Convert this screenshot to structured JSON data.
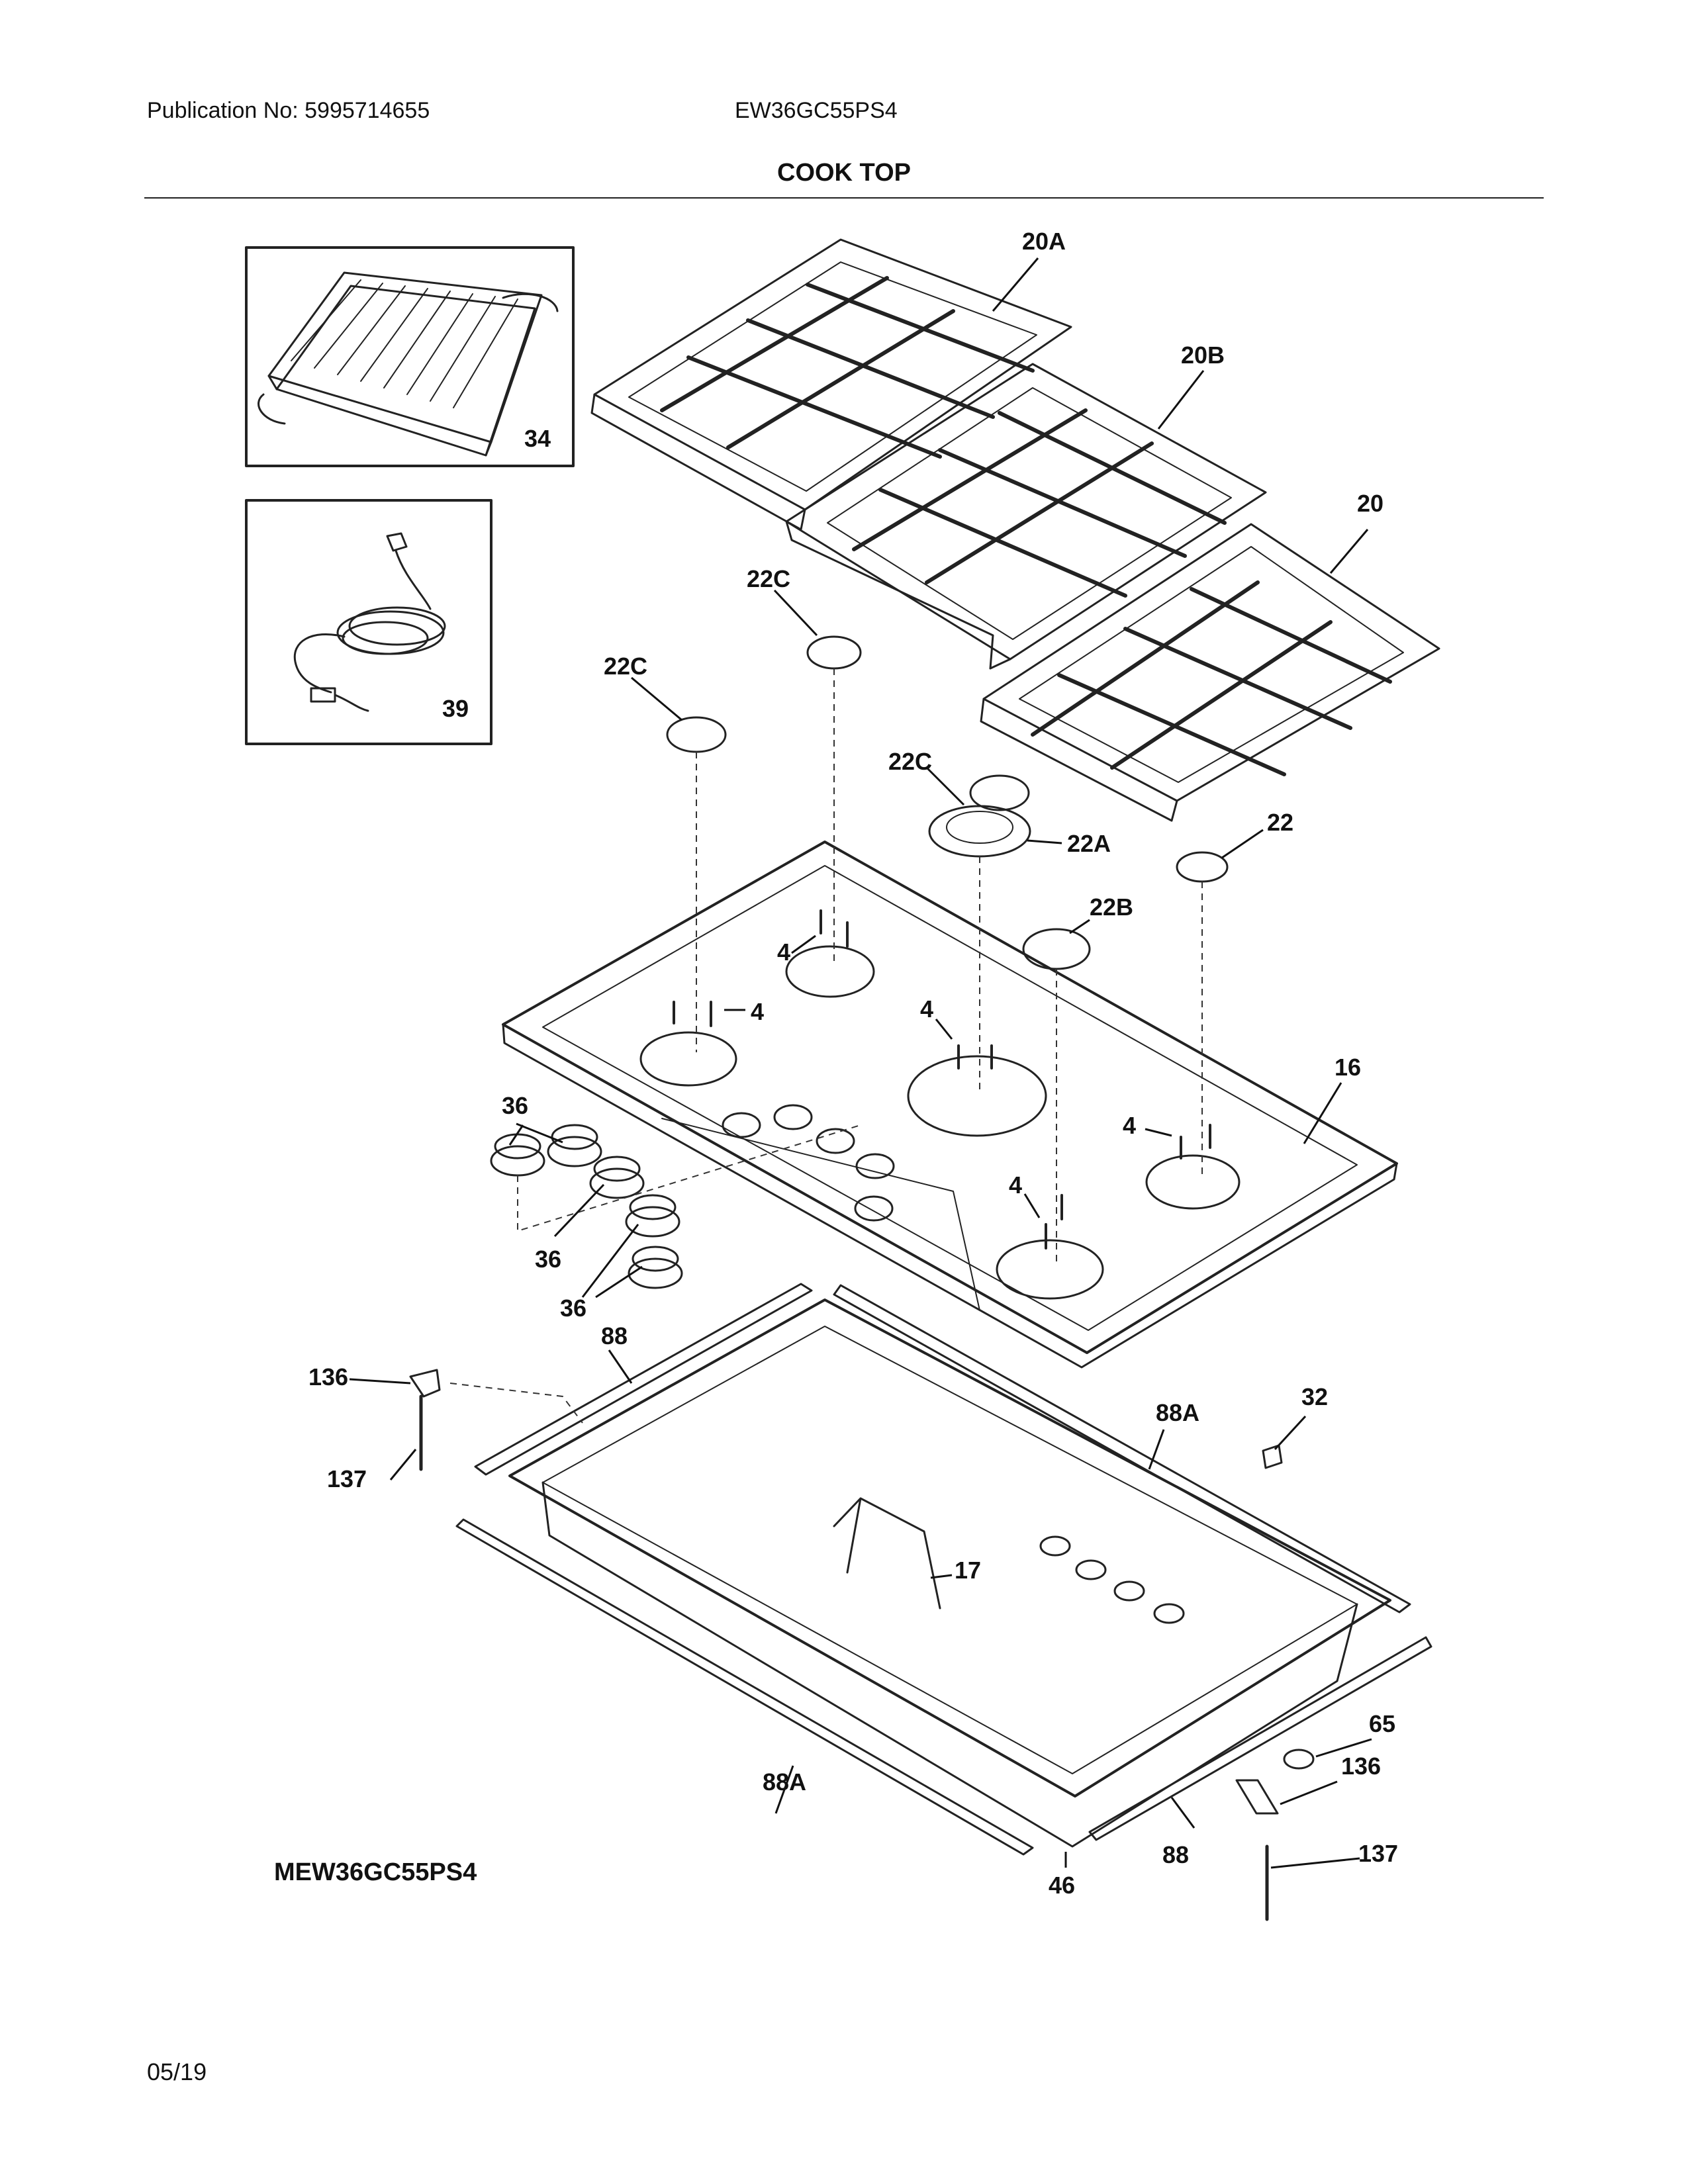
{
  "header": {
    "publication": "Publication No: 5995714655",
    "model": "EW36GC55PS4",
    "section_title": "COOK TOP"
  },
  "callouts": {
    "griddle": "34",
    "power_cord": "39",
    "grate_left": "20A",
    "grate_center": "20B",
    "grate_right": "20",
    "burner_cap_c1": "22C",
    "burner_cap_c2": "22C",
    "burner_cap_c3": "22C",
    "burner_head": "22A",
    "burner_cap_b": "22B",
    "burner_cap": "22",
    "screw_1": "4",
    "screw_2": "4",
    "screw_3": "4",
    "screw_4": "4",
    "screw_5": "4",
    "cooktop_top": "16",
    "knob_1": "36",
    "knob_2": "36",
    "knob_3": "36",
    "gasket_88_back": "88",
    "gasket_88a_right": "88A",
    "bracket_left": "136",
    "screw_long_left": "137",
    "orifice": "32",
    "support_bracket": "17",
    "grommet": "65",
    "bracket_right": "136",
    "gasket_88a_front": "88A",
    "gasket_88_front": "88",
    "screw_long_right": "137",
    "burner_box": "46"
  },
  "footer": {
    "model": "MEW36GC55PS4",
    "date": "05/19"
  }
}
